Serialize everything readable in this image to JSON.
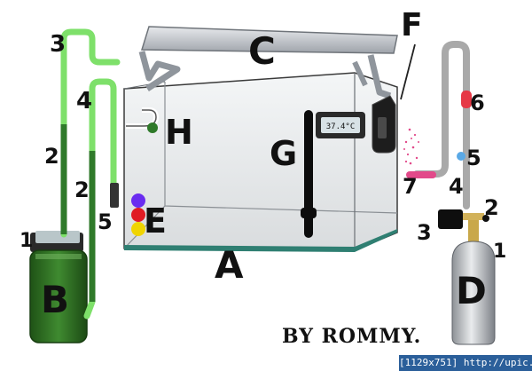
{
  "labels": {
    "A": "A",
    "B": "B",
    "C": "C",
    "D": "D",
    "E": "E",
    "F": "F",
    "G": "G",
    "H": "H",
    "n1_left": "1",
    "n2_left_a": "2",
    "n2_left_b": "2",
    "n3_left": "3",
    "n4_left": "4",
    "n5_left": "5",
    "n1_right": "1",
    "n2_right": "2",
    "n3_right": "3",
    "n4_right": "4",
    "n5_right": "5",
    "n6_right": "6",
    "n7_right": "7"
  },
  "thermometer_readout": "37.4°C",
  "credit": "BY ROMMY.",
  "footer": "[1129x751] http://upic.me/",
  "colors": {
    "hose_dark": "#2f7a2a",
    "hose_light": "#7ee06a",
    "filter_body": "#2f6e22",
    "light_hood": "#c9cdd3",
    "co2_tubing": "#a9a9a9",
    "bubble_counter": "#e63946",
    "check_valve": "#5aa9e6",
    "diffuser": "#e24a8a",
    "ball_purple": "#6a2cf0",
    "ball_red": "#e01b24",
    "ball_yellow": "#f0d400"
  }
}
